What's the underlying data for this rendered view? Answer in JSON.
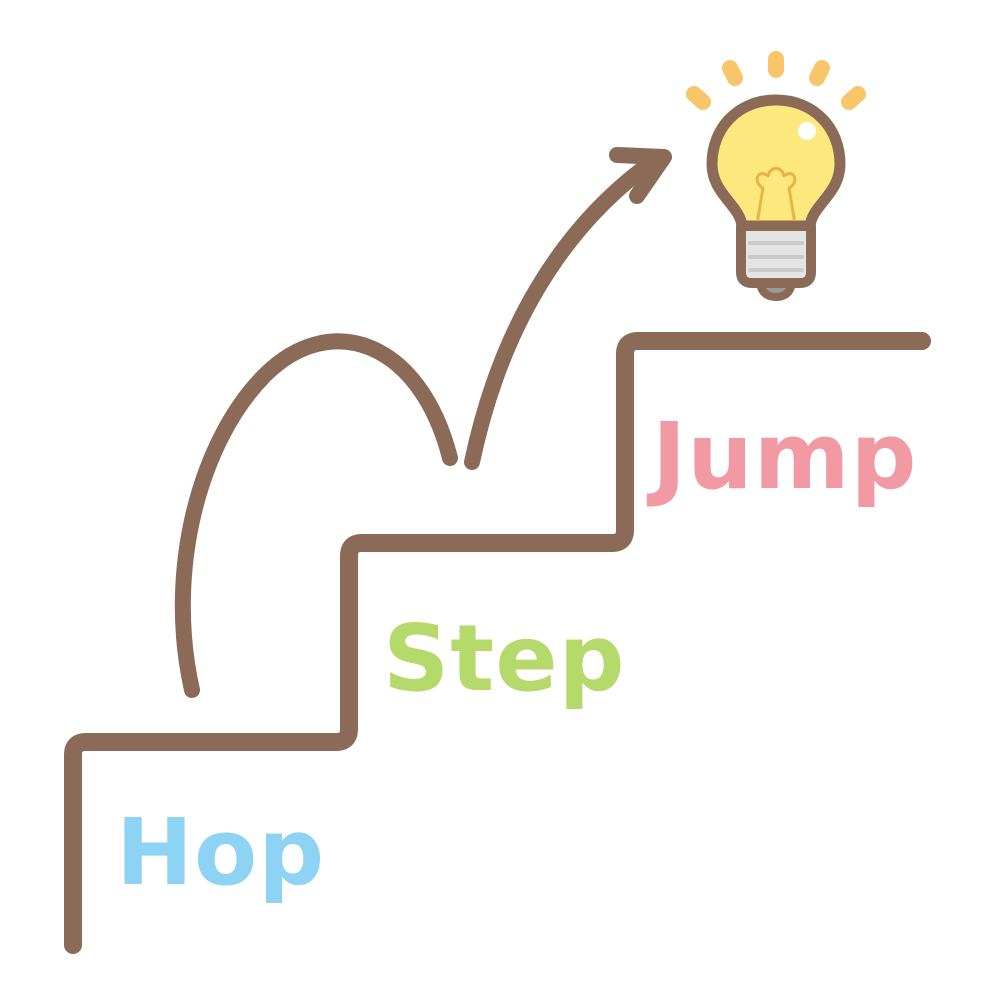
{
  "labels": {
    "hop": "Hop",
    "step": "Step",
    "jump": "Jump"
  },
  "colors": {
    "line": "#8b6a57",
    "hop": "#8fd3f4",
    "step": "#b5d96a",
    "jump": "#f29aa4",
    "bulb_glass": "#fbe97e",
    "bulb_rays": "#f8c66a",
    "bulb_base": "#e4e4e4",
    "filament": "#eab24a"
  },
  "icons": [
    "stairs",
    "jump-arc",
    "arrow",
    "lightbulb-icon"
  ]
}
